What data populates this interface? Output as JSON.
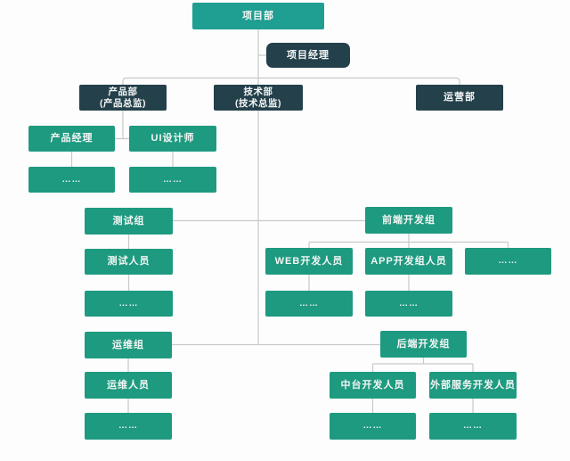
{
  "colors": {
    "node_teal": "#1e9a80",
    "node_teal_top": "#1f9e92",
    "node_dark": "#24404b",
    "connector_line": "#c7caca",
    "node_text": "#f4f6f5",
    "background": "#fdfdfd"
  },
  "nodes": {
    "project_dept": {
      "label": "项目部"
    },
    "project_manager": {
      "label": "项目经理"
    },
    "product_dept": {
      "line1": "产品部",
      "line2": "(产品总监)"
    },
    "tech_dept": {
      "line1": "技术部",
      "line2": "(技术总监)"
    },
    "ops_dept": {
      "label": "运营部"
    },
    "product_manager": {
      "label": "产品经理"
    },
    "product_manager_more": {
      "label": "……"
    },
    "ui_designer": {
      "label": "UI设计师"
    },
    "ui_designer_more": {
      "label": "……"
    },
    "test_group": {
      "label": "测试组"
    },
    "test_staff": {
      "label": "测试人员"
    },
    "test_staff_more": {
      "label": "……"
    },
    "frontend_group": {
      "label": "前端开发组"
    },
    "web_dev": {
      "label": "WEB开发人员"
    },
    "web_dev_more": {
      "label": "……"
    },
    "app_dev": {
      "label": "APP开发组人员"
    },
    "app_dev_more": {
      "label": "……"
    },
    "frontend_more": {
      "label": "……"
    },
    "maintenance_group": {
      "label": "运维组"
    },
    "maintenance_staff": {
      "label": "运维人员"
    },
    "maintenance_more": {
      "label": "……"
    },
    "backend_group": {
      "label": "后端开发组"
    },
    "middle_platform_dev": {
      "label": "中台开发人员"
    },
    "middle_platform_more": {
      "label": "……"
    },
    "external_service_dev": {
      "label": "外部服务开发人员"
    },
    "external_service_more": {
      "label": "……"
    }
  }
}
